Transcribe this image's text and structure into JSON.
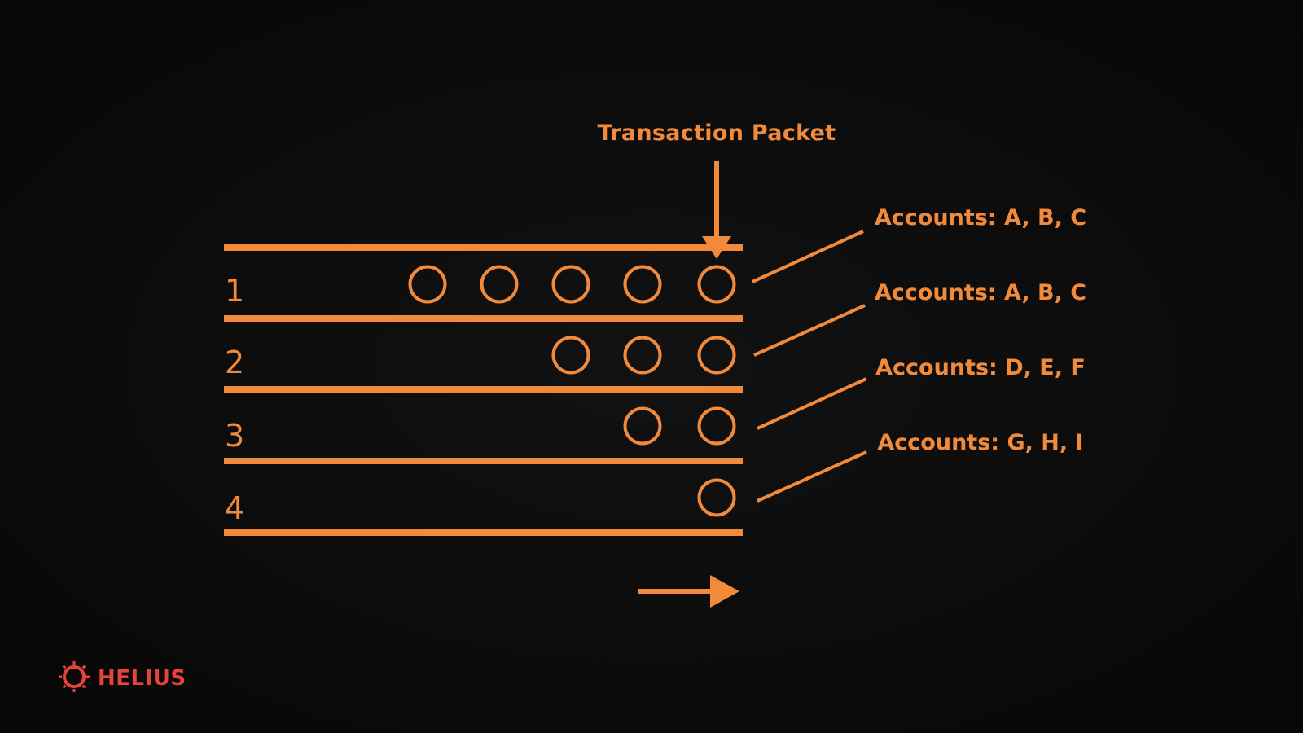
{
  "diagram": {
    "title": "Transaction Packet",
    "lanes": [
      {
        "label": "1",
        "packets": 5,
        "accounts": "Accounts: A, B, C"
      },
      {
        "label": "2",
        "packets": 3,
        "accounts": "Accounts: A, B, C"
      },
      {
        "label": "3",
        "packets": 2,
        "accounts": "Accounts: D, E, F"
      },
      {
        "label": "4",
        "packets": 1,
        "accounts": "Accounts: G, H, I"
      }
    ]
  },
  "brand": {
    "name": "HELIUS",
    "icon": "helius-sun-icon"
  },
  "colors": {
    "accent": "#F28A3C",
    "brand": "#E8433A",
    "background": "#0B0B0B"
  }
}
